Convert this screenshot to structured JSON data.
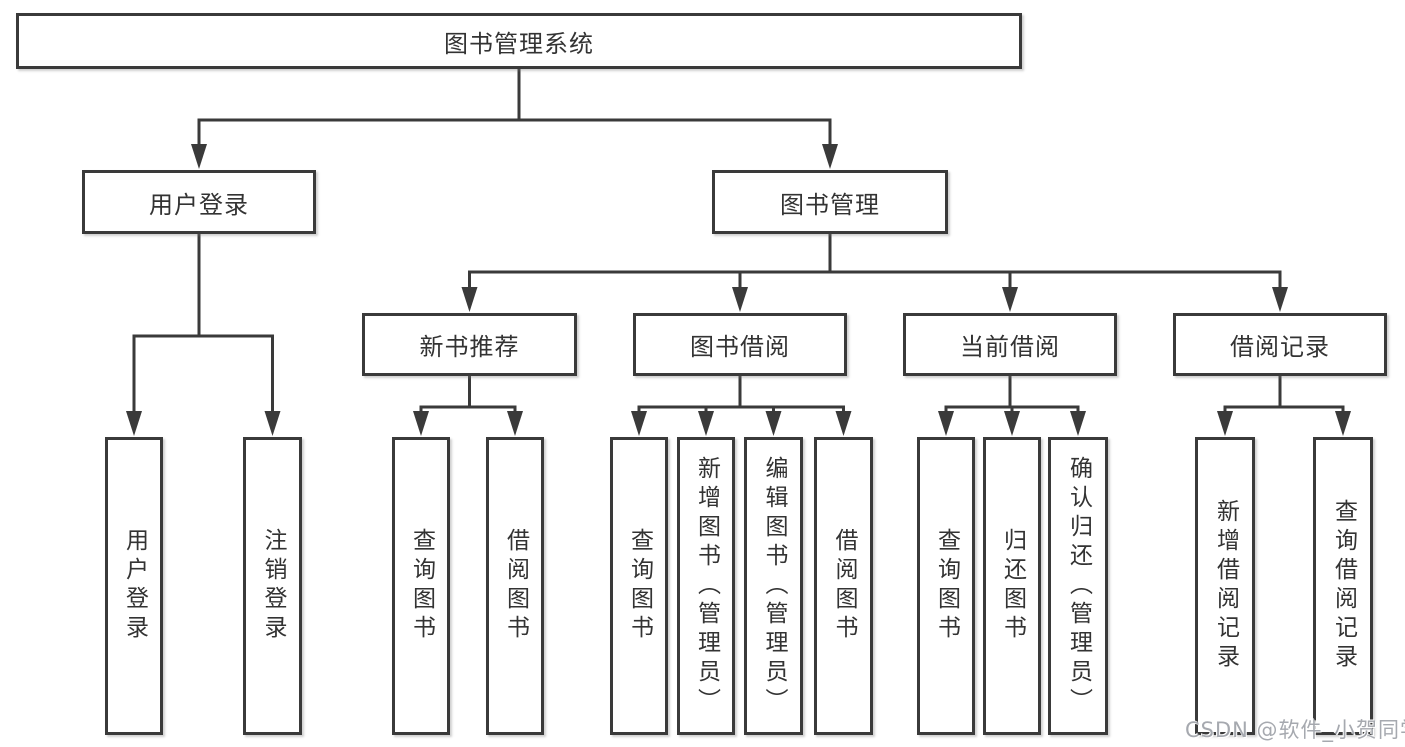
{
  "diagram": {
    "type": "tree",
    "title": "图书管理系统",
    "nodes": [
      {
        "id": "root",
        "label": "图书管理系统",
        "level": 1,
        "parent": null,
        "orientation": "horizontal"
      },
      {
        "id": "user-login",
        "label": "用户登录",
        "level": 2,
        "parent": "root",
        "orientation": "horizontal"
      },
      {
        "id": "book-mgmt",
        "label": "图书管理",
        "level": 2,
        "parent": "root",
        "orientation": "horizontal"
      },
      {
        "id": "new-book-rec",
        "label": "新书推荐",
        "level": 3,
        "parent": "book-mgmt",
        "orientation": "horizontal"
      },
      {
        "id": "book-borrow",
        "label": "图书借阅",
        "level": 3,
        "parent": "book-mgmt",
        "orientation": "horizontal"
      },
      {
        "id": "current-borrow",
        "label": "当前借阅",
        "level": 3,
        "parent": "book-mgmt",
        "orientation": "horizontal"
      },
      {
        "id": "borrow-records",
        "label": "借阅记录",
        "level": 3,
        "parent": "book-mgmt",
        "orientation": "horizontal"
      },
      {
        "id": "ul-login",
        "label": "用户登录",
        "level": 4,
        "parent": "user-login",
        "orientation": "vertical"
      },
      {
        "id": "ul-logout",
        "label": "注销登录",
        "level": 4,
        "parent": "user-login",
        "orientation": "vertical"
      },
      {
        "id": "nbr-query",
        "label": "查询图书",
        "level": 4,
        "parent": "new-book-rec",
        "orientation": "vertical"
      },
      {
        "id": "nbr-borrow",
        "label": "借阅图书",
        "level": 4,
        "parent": "new-book-rec",
        "orientation": "vertical"
      },
      {
        "id": "bb-query",
        "label": "查询图书",
        "level": 4,
        "parent": "book-borrow",
        "orientation": "vertical"
      },
      {
        "id": "bb-add",
        "label": "新增图书（管理员）",
        "level": 4,
        "parent": "book-borrow",
        "orientation": "vertical"
      },
      {
        "id": "bb-edit",
        "label": "编辑图书（管理员）",
        "level": 4,
        "parent": "book-borrow",
        "orientation": "vertical"
      },
      {
        "id": "bb-borrow",
        "label": "借阅图书",
        "level": 4,
        "parent": "book-borrow",
        "orientation": "vertical"
      },
      {
        "id": "cb-query",
        "label": "查询图书",
        "level": 4,
        "parent": "current-borrow",
        "orientation": "vertical"
      },
      {
        "id": "cb-return",
        "label": "归还图书",
        "level": 4,
        "parent": "current-borrow",
        "orientation": "vertical"
      },
      {
        "id": "cb-confirm",
        "label": "确认归还（管理员）",
        "level": 4,
        "parent": "current-borrow",
        "orientation": "vertical"
      },
      {
        "id": "br-add",
        "label": "新增借阅记录",
        "level": 4,
        "parent": "borrow-records",
        "orientation": "vertical"
      },
      {
        "id": "br-query",
        "label": "查询借阅记录",
        "level": 4,
        "parent": "borrow-records",
        "orientation": "vertical"
      }
    ],
    "colors": {
      "line": "#3a3a3a",
      "box_border": "#3a3a3a",
      "box_fill": "#ffffff",
      "text": "#333333",
      "watermark": "#9ea2a8"
    },
    "watermark": "CSDN @软件_小贺同学"
  }
}
